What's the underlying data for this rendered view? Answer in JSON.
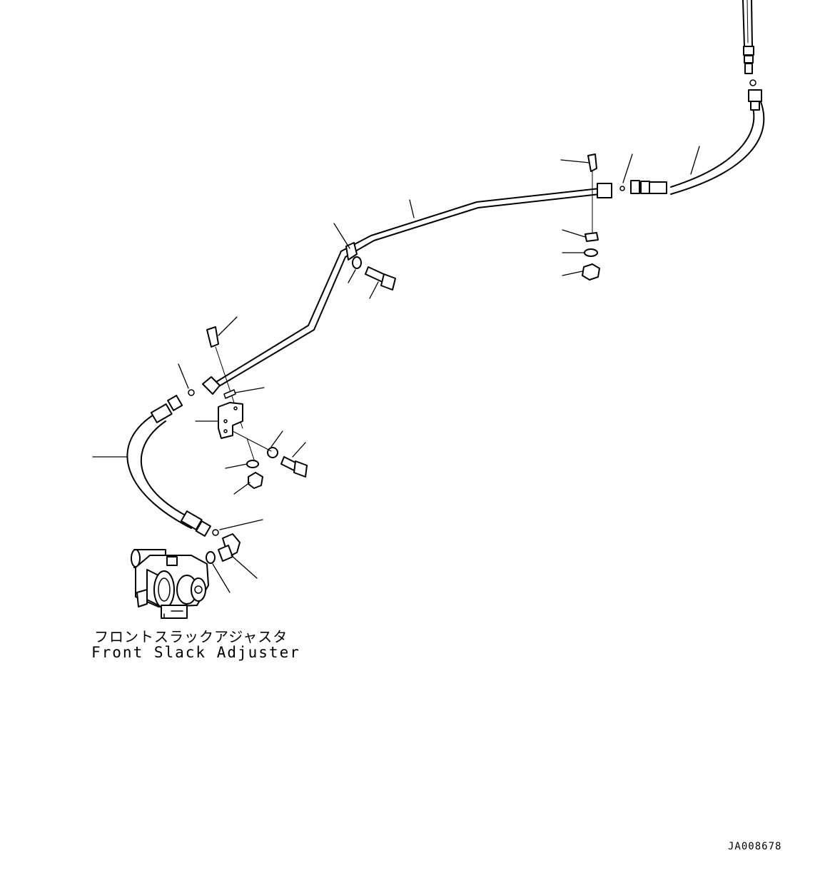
{
  "labels": {
    "component_name_jp": "フロントスラックアジャスタ",
    "component_name_en": "Front Slack Adjuster",
    "drawing_id": "JA008678"
  },
  "colors": {
    "line": "#000000",
    "background": "#ffffff"
  }
}
